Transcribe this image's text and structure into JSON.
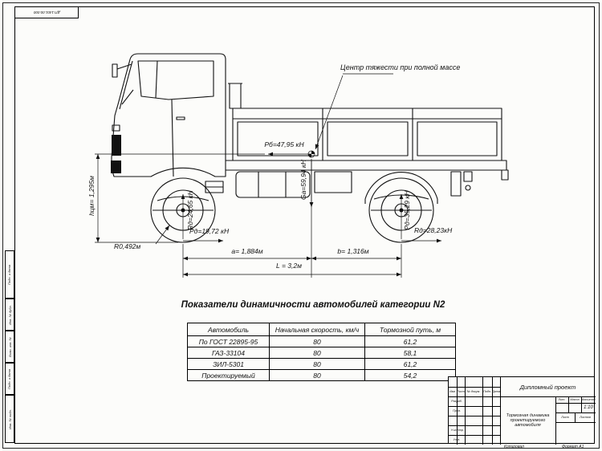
{
  "frame": {
    "corner_stamp": "ДП.1401.00.000",
    "margin_labels": [
      "Подп. и дата",
      "Инв. № дубл.",
      "Взам. инв. №",
      "Подп. и дата",
      "Инв. № подл."
    ],
    "footer": {
      "kopiroval": "Копировал",
      "format": "Формат A1"
    }
  },
  "drawing": {
    "cg_label": "Центр тяжести при полной массе",
    "force_pb": "Pб=47,95 кН",
    "force_ga": "Gа=59,94 кН",
    "force_r_front": "Rд=24,65 кН",
    "force_p_front": "Pд=19,72 кН",
    "force_p_rear": "Pд=35,29 кН",
    "force_r_rear": "Rд=28,23кН",
    "wheel_radius": "R0,492м",
    "dim_a": "a= 1,884м",
    "dim_b": "b= 1,316м",
    "dim_l": "L = 3,2м",
    "dim_h": "hцм= 1,295м"
  },
  "table": {
    "title": "Показатели динамичности автомобилей категории N2",
    "headers": [
      "Автомобиль",
      "Начальная скорость, км/ч",
      "Тормозной путь, м"
    ],
    "rows": [
      [
        "По ГОСТ 22895-95",
        "80",
        "61,2"
      ],
      [
        "ГАЗ-33104",
        "80",
        "58,1"
      ],
      [
        "ЗИЛ-5301",
        "80",
        "61,2"
      ],
      [
        "Проектируемый",
        "80",
        "54,2"
      ]
    ]
  },
  "title_block": {
    "project": "Дипломный проект",
    "doc_title": "Тормозная динамика проектируемого автомобиля",
    "izm": "Изм.",
    "list": "Лист",
    "ndoc": "№ докум.",
    "podp": "Подп.",
    "date": "Дата",
    "razrab": "Разраб.",
    "prov": "Пров.",
    "nkontr": "Н.контр.",
    "utv": "Утв.",
    "lit": "Лит.",
    "massa": "Масса",
    "masshtab": "Масштаб",
    "scale": "1:10",
    "sheet": "Лист",
    "sheets": "Листов"
  }
}
